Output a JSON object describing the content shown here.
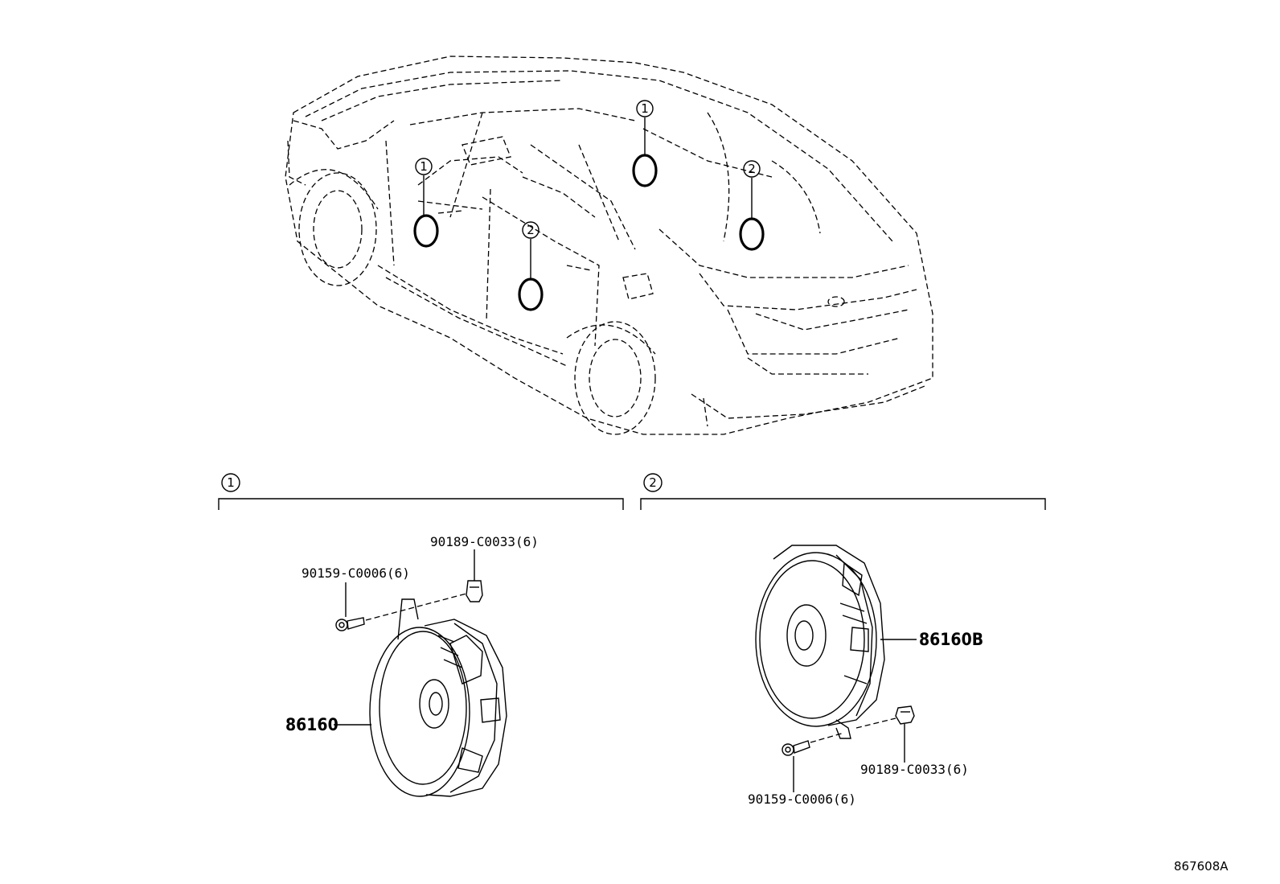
{
  "callouts": {
    "one": "1",
    "two": "2"
  },
  "section_1": {
    "marker": "1",
    "parts": {
      "clip": "90189-C0033(6)",
      "screw": "90159-C0006(6)",
      "speaker": "86160"
    }
  },
  "section_2": {
    "marker": "2",
    "parts": {
      "speaker": "86160B",
      "clip": "90189-C0033(6)",
      "screw": "90159-C0006(6)"
    }
  },
  "drawing_id": "867608A"
}
